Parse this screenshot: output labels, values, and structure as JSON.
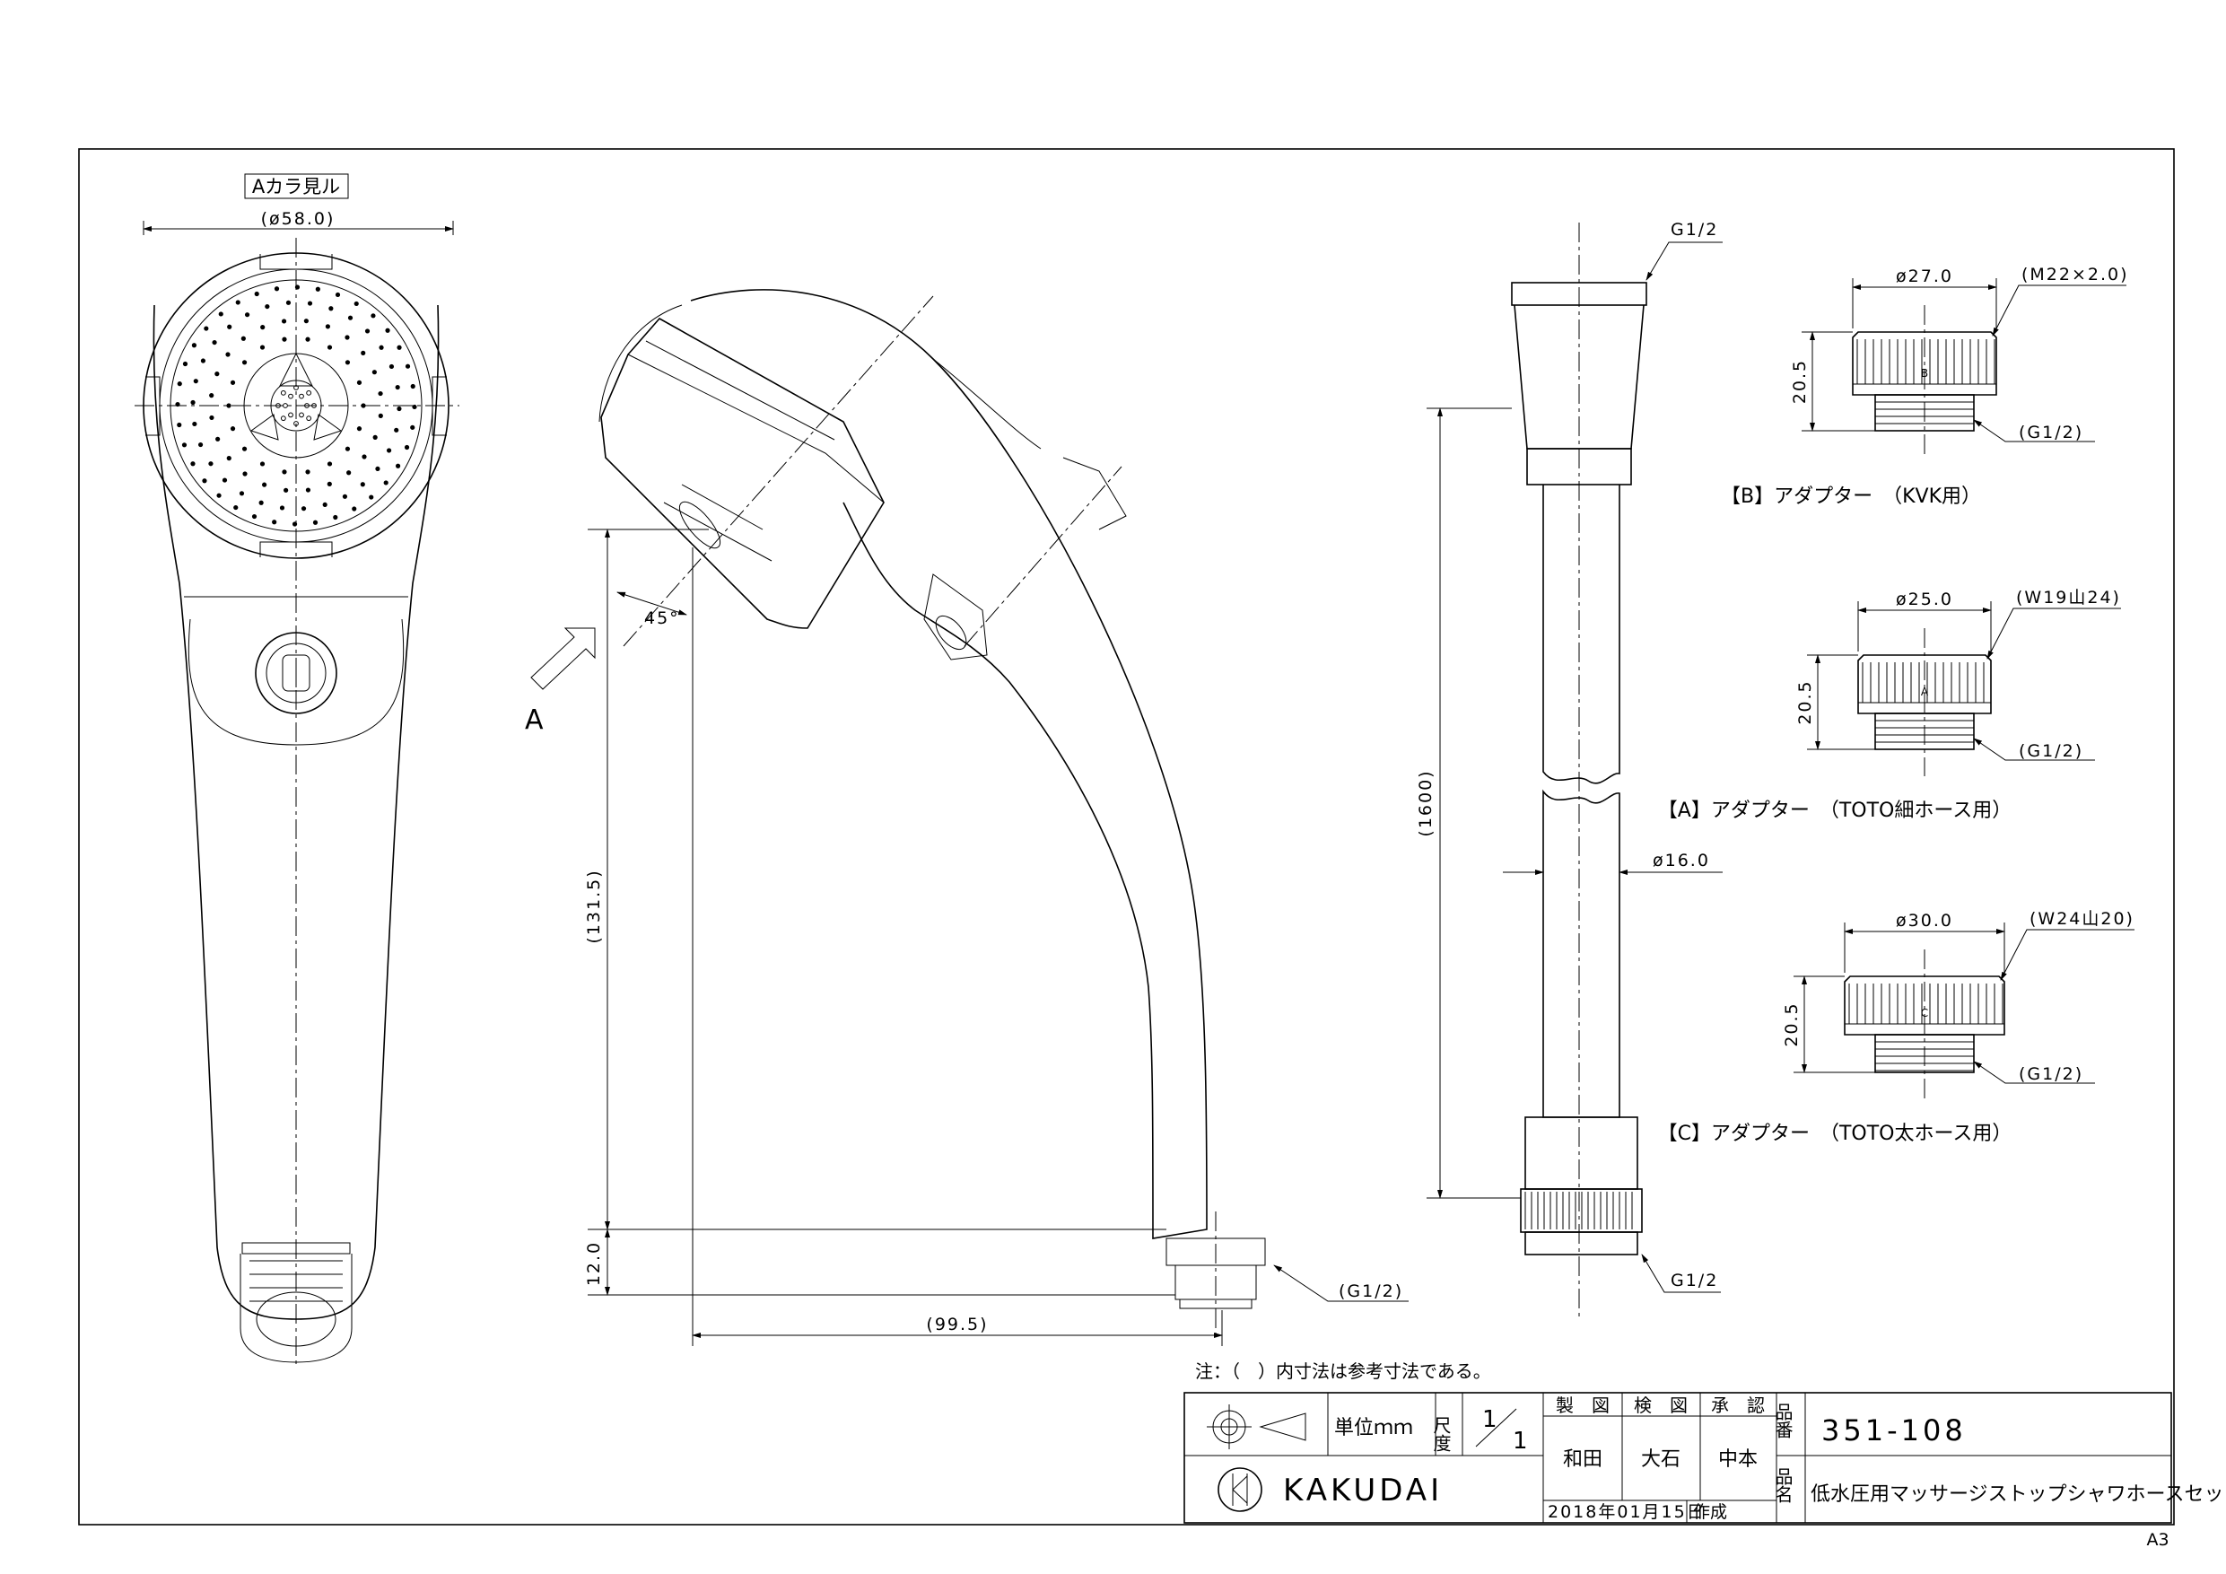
{
  "view_label": "Aカラ見ル",
  "arrow_label": "A",
  "dims": {
    "head_dia": "(ø58.0)",
    "angle": "45°",
    "height": "(131.5)",
    "bottom": "12.0",
    "width": "(99.5)",
    "thread": "(G1/2)",
    "hose_len": "(1600)",
    "hose_dia": "ø16.0",
    "hose_top_thread": "G1/2",
    "hose_bottom_thread": "G1/2"
  },
  "adapters": [
    {
      "title": "【B】アダプター　（KVK用）",
      "dia": "ø27.0",
      "thread": "(M22×2.0)",
      "height": "20.5",
      "bottom_thread": "(G1/2)",
      "mark": "B"
    },
    {
      "title": "【A】アダプター　（TOTO細ホース用）",
      "dia": "ø25.0",
      "thread": "(W19山24)",
      "height": "20.5",
      "bottom_thread": "(G1/2)",
      "mark": "A"
    },
    {
      "title": "【C】アダプター　（TOTO太ホース用）",
      "dia": "ø30.0",
      "thread": "(W24山20)",
      "height": "20.5",
      "bottom_thread": "(G1/2)",
      "mark": "C"
    }
  ],
  "note": "注：（　）内寸法は参考寸法である。",
  "title_block": {
    "unit_label": "単位ｍｍ",
    "scale_label": "尺度",
    "scale_num": "1",
    "scale_den": "1",
    "headers": [
      "製　図",
      "検　図",
      "承　認"
    ],
    "names": [
      "和田",
      "大石",
      "中本"
    ],
    "company": "KAKUDAI",
    "date": "2018年01月15日",
    "made": "作成",
    "part_no_label": "品番",
    "part_no": "351-108",
    "part_name_label": "品名",
    "part_name": "低水圧用マッサージストップシャワホースセット"
  },
  "sheet_size": "A3"
}
